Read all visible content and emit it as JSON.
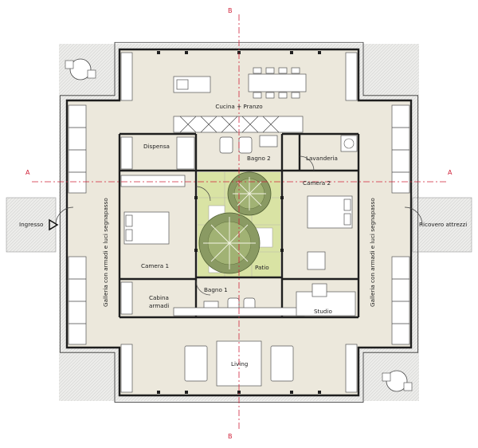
{
  "section_markers": {
    "top": "B",
    "bottom": "B",
    "left": "A",
    "right": "A"
  },
  "rooms": {
    "cucina_pranzo": "Cucina + Pranzo",
    "dispensa": "Dispensa",
    "bagno2": "Bagno 2",
    "lavanderia": "Lavanderia",
    "camera2": "Camera 2",
    "camera1": "Camera 1",
    "patio": "Patio",
    "bagno1": "Bagno 1",
    "cabina_line1": "Cabina",
    "cabina_line2": "armadi",
    "studio": "Studio",
    "living": "Living",
    "ingresso": "Ingresso",
    "ricovero": "Ricovero attrezzi",
    "galleria": "Galleria con armadi e luci segnapasso"
  },
  "colors": {
    "floor": "#ece8dc",
    "patio": "#d9e3a4",
    "terrace": "#e6e6e4",
    "wall": "#1e1e1e",
    "section_line": "#d0223a"
  }
}
